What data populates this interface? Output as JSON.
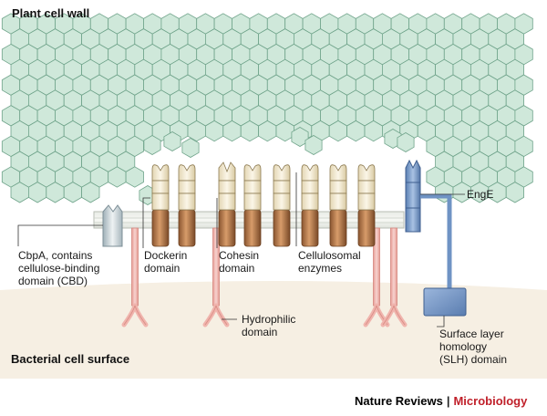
{
  "title_plant": "Plant cell wall",
  "title_bacteria": "Bacterial cell surface",
  "labels": {
    "engE": "EngE",
    "cbpA": "CbpA, contains\ncellulose-binding\ndomain (CBD)",
    "dockerin": "Dockerin\ndomain",
    "cohesin": "Cohesin\ndomain",
    "cellulosomal": "Cellulosomal\nenzymes",
    "hydrophilic": "Hydrophilic\ndomain",
    "slh": "Surface layer\nhomology\n(SLH) domain"
  },
  "credit": {
    "journal": "Nature Reviews",
    "separator": "|",
    "section": "Microbiology"
  },
  "colors": {
    "hexagon_fill": "#cfe8da",
    "hexagon_stroke": "#6fa38a",
    "cohesin": "#b87a4b",
    "enzyme": "#f3ead3",
    "scaffold": "#f2c0bb",
    "engE_slh": "#7b9fce",
    "cbd": "#c8d3d8",
    "cell_surface": "#f6efe3"
  }
}
